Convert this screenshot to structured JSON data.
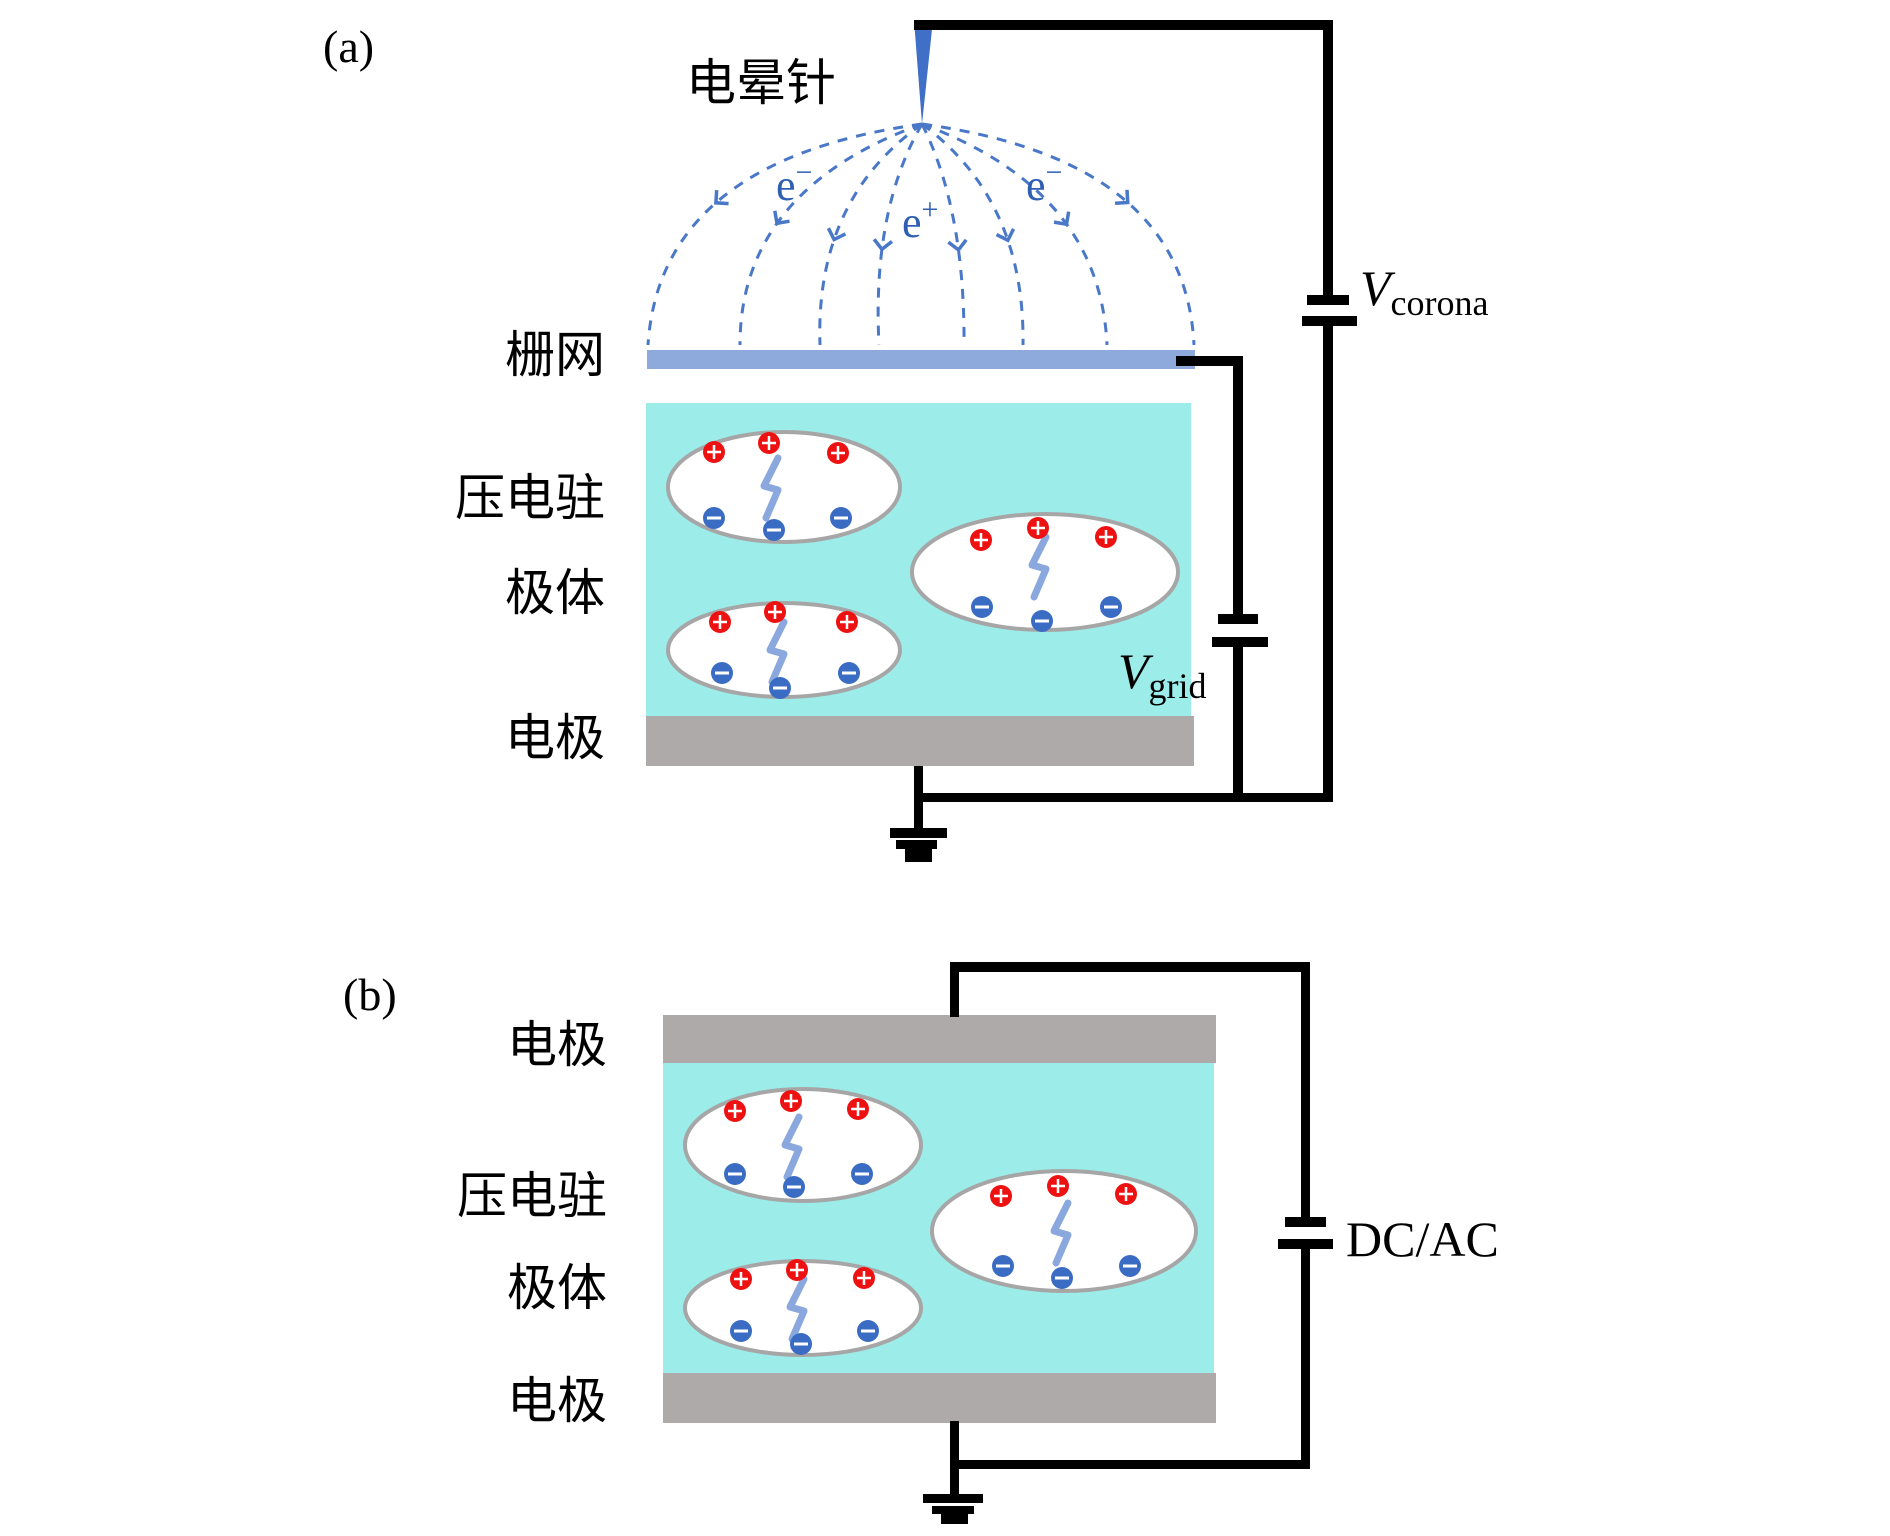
{
  "colors": {
    "field_line": "#4a78c8",
    "grid_bar": "#8eaadc",
    "needle": "#3f6fc6",
    "electret": "#9cecea",
    "electrode": "#aeaaa9",
    "wire": "#000000",
    "ellipse_stroke": "#a6a6a6",
    "positive_charge": "#ee1111",
    "negative_charge": "#3a6cc4",
    "bolt": "#8aa8de"
  },
  "panel_a": {
    "label": "(a)",
    "needle_label": "电晕针",
    "grid_label": "栅网",
    "electret_label_line1": "压电驻",
    "electret_label_line2": "极体",
    "electrode_label": "电极",
    "carriers": [
      {
        "base": "e",
        "sup": "−"
      },
      {
        "base": "e",
        "sup": "+"
      },
      {
        "base": "e",
        "sup": "−"
      }
    ],
    "v_corona": {
      "base": "V",
      "sub": "corona"
    },
    "v_grid": {
      "base": "V",
      "sub": "grid"
    }
  },
  "panel_b": {
    "label": "(b)",
    "top_electrode_label": "电极",
    "electret_label_line1": "压电驻",
    "electret_label_line2": "极体",
    "bottom_electrode_label": "电极",
    "source_label": "DC/AC"
  }
}
